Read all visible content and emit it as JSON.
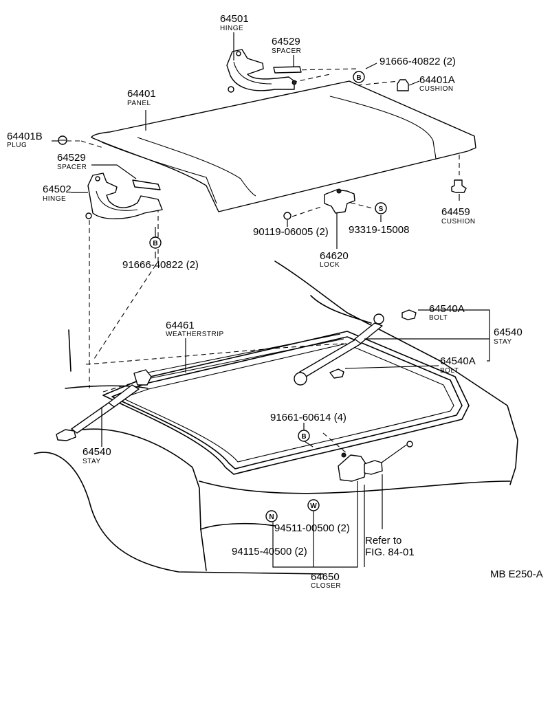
{
  "parts": {
    "p64501": {
      "number": "64501",
      "name": "HINGE"
    },
    "p64529_top": {
      "number": "64529",
      "name": "SPACER"
    },
    "bolt_top": {
      "number": "91666-40822 (2)",
      "marker": "B"
    },
    "p64401a": {
      "number": "64401A",
      "name": "CUSHION"
    },
    "p64401": {
      "number": "64401",
      "name": "PANEL"
    },
    "p64401b": {
      "number": "64401B",
      "name": "PLUG"
    },
    "p64529_left": {
      "number": "64529",
      "name": "SPACER"
    },
    "p64502": {
      "number": "64502",
      "name": "HINGE"
    },
    "p64459": {
      "number": "64459",
      "name": "CUSHION"
    },
    "screw_90119": {
      "number": "90119-06005 (2)"
    },
    "screw_93319": {
      "number": "93319-15008",
      "marker": "S"
    },
    "p64620": {
      "number": "64620",
      "name": "LOCK"
    },
    "bolt_left": {
      "number": "91666-40822 (2)",
      "marker": "B"
    },
    "p64461": {
      "number": "64461",
      "name": "WEATHERSTRIP"
    },
    "p64540a_top": {
      "number": "64540A",
      "name": "BOLT"
    },
    "p64540_right": {
      "number": "64540",
      "name": "STAY"
    },
    "p64540a_mid": {
      "number": "64540A",
      "name": "BOLT"
    },
    "bolt_91661": {
      "number": "91661-60614 (4)",
      "marker": "B"
    },
    "p64540_left": {
      "number": "64540",
      "name": "STAY"
    },
    "nut_94511": {
      "number": "94511-00500 (2)",
      "marker": "W"
    },
    "nut_94115": {
      "number": "94115-40500 (2)",
      "marker": "N"
    },
    "p64650": {
      "number": "64650",
      "name": "CLOSER"
    }
  },
  "reference": {
    "line1": "Refer to",
    "line2": "FIG. 84-01"
  },
  "drawing_code": "MB E250-A"
}
